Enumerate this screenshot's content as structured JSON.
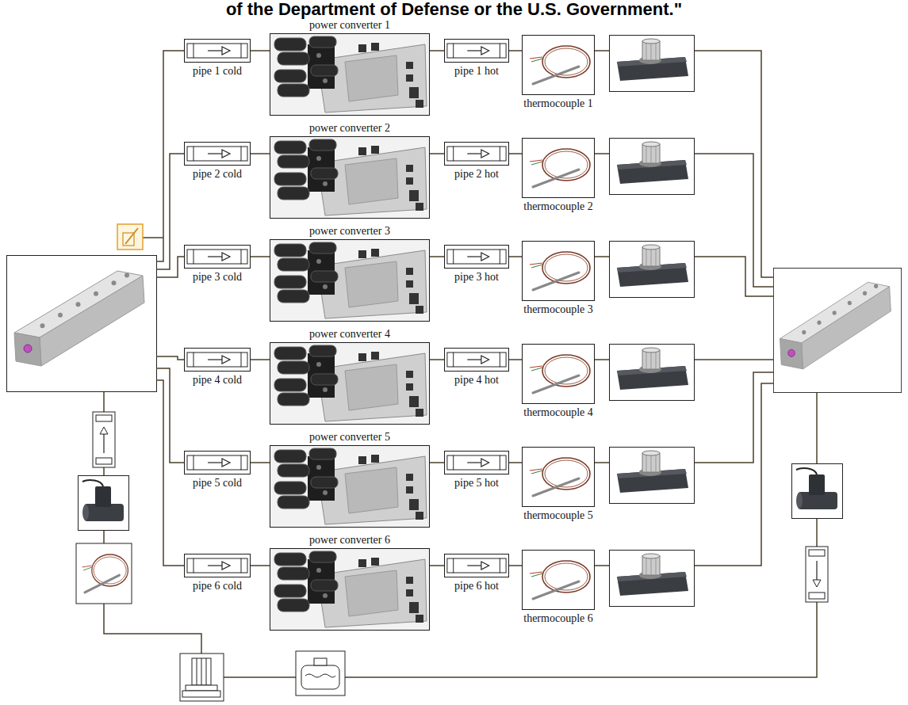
{
  "diagram": {
    "nodes": [
      {
        "text": [
          "pipe 1 cold"
        ]
      },
      {
        "text": [
          "power converter 1"
        ]
      },
      {
        "text": [
          "pipe 1 hot"
        ]
      },
      {
        "text": [
          "thermocouple 1"
        ]
      },
      {
        "text": [
          "pipe 2 cold"
        ]
      },
      {
        "text": [
          "power converter 2"
        ]
      },
      {
        "text": [
          "pipe 2 hot"
        ]
      },
      {
        "text": [
          "thermocouple 2"
        ]
      },
      {
        "text": [
          "pipe 3 cold"
        ]
      },
      {
        "text": [
          "power converter 3"
        ]
      },
      {
        "text": [
          "pipe 3 hot"
        ]
      },
      {
        "text": [
          "thermocouple 3"
        ]
      },
      {
        "text": [
          "pipe 4 cold"
        ]
      },
      {
        "text": [
          "power converter 4"
        ]
      },
      {
        "text": [
          "pipe 4 hot"
        ]
      },
      {
        "text": [
          "thermocouple 4"
        ]
      },
      {
        "text": [
          "pipe 5 cold"
        ]
      },
      {
        "text": [
          "power converter 5"
        ]
      },
      {
        "text": [
          "pipe 5 hot"
        ]
      },
      {
        "text": [
          "thermocouple 5"
        ]
      },
      {
        "text": [
          "pipe 6 cold"
        ]
      },
      {
        "text": [
          "power converter 6"
        ]
      },
      {
        "text": [
          "pipe 6 hot"
        ]
      },
      {
        "text": [
          "thermocouple 6"
        ]
      }
    ],
    "edges": [
      {
        "from": 0,
        "to": 1,
        "arrow": "none"
      },
      {
        "from": 1,
        "to": 2,
        "arrow": "none"
      },
      {
        "from": 2,
        "to": 3,
        "arrow": "none"
      },
      {
        "from": 4,
        "to": 5,
        "arrow": "none"
      },
      {
        "from": 5,
        "to": 6,
        "arrow": "none"
      },
      {
        "from": 6,
        "to": 7,
        "arrow": "none"
      },
      {
        "from": 8,
        "to": 9,
        "arrow": "none"
      },
      {
        "from": 9,
        "to": 10,
        "arrow": "none"
      },
      {
        "from": 10,
        "to": 11,
        "arrow": "none"
      },
      {
        "from": 12,
        "to": 13,
        "arrow": "none"
      },
      {
        "from": 13,
        "to": 14,
        "arrow": "none"
      },
      {
        "from": 14,
        "to": 15,
        "arrow": "none"
      },
      {
        "from": 16,
        "to": 17,
        "arrow": "none"
      },
      {
        "from": 17,
        "to": 18,
        "arrow": "none"
      },
      {
        "from": 18,
        "to": 19,
        "arrow": "none"
      },
      {
        "from": 20,
        "to": 21,
        "arrow": "none"
      },
      {
        "from": 21,
        "to": 22,
        "arrow": "none"
      },
      {
        "from": 22,
        "to": 23,
        "arrow": "none"
      }
    ],
    "labels": [
      "of the Department of Defense or the U.S. Government.\""
    ]
  }
}
